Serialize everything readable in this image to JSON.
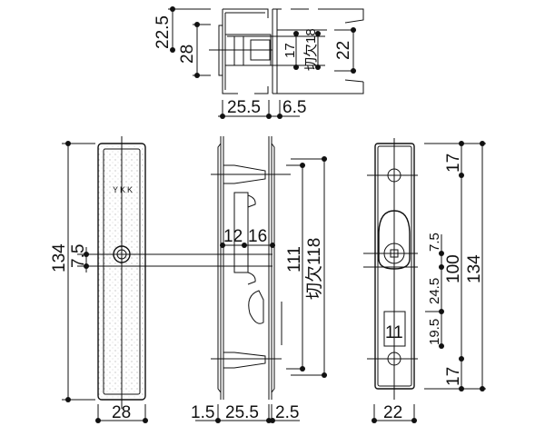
{
  "top_view": {
    "dims": {
      "d22_5": "22.5",
      "d28": "28",
      "d17": "17",
      "cutout18": "切欠18",
      "d22": "22",
      "d25_5": "25.5",
      "d6_5": "6.5"
    }
  },
  "front_view": {
    "logo": "YKK",
    "dims": {
      "d134": "134",
      "d7_5": "7.5",
      "d28": "28"
    }
  },
  "side_view": {
    "dims": {
      "d12": "12",
      "d16": "16",
      "d111": "111",
      "cutout118": "切欠118",
      "d1_5": "1.5",
      "d25_5": "25.5",
      "d2_5": "2.5"
    }
  },
  "back_view": {
    "label": "11",
    "dims": {
      "d17_top": "17",
      "d100": "100",
      "d134": "134",
      "d7_5": "7.5",
      "d24_5": "24.5",
      "d19_5": "19.5",
      "d17_bottom": "17",
      "d22": "22"
    }
  },
  "colors": {
    "line": "#111111",
    "plate_texture": "#e8e8e8"
  }
}
